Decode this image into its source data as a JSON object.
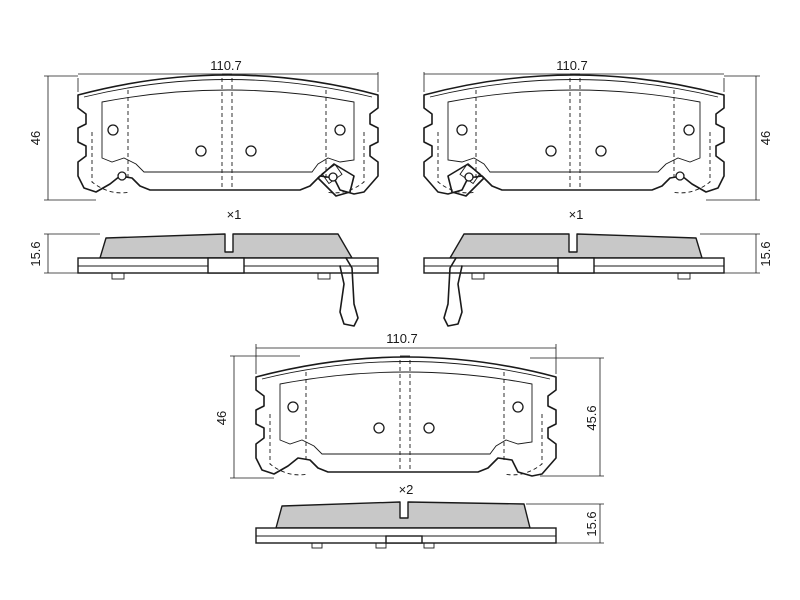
{
  "drawings": {
    "top_left": {
      "width_label": "110.7",
      "height_label": "46",
      "thickness_label": "15.6",
      "quantity_label": "×1"
    },
    "top_right": {
      "width_label": "110.7",
      "height_label": "46",
      "thickness_label": "15.6",
      "quantity_label": "×1"
    },
    "bottom": {
      "width_label": "110.7",
      "height_left_label": "46",
      "height_right_label": "45.6",
      "thickness_label": "15.6",
      "quantity_label": "×2"
    }
  },
  "colors": {
    "line": "#1a1a1a",
    "friction_material": "#c8c8c8",
    "background": "#ffffff"
  }
}
